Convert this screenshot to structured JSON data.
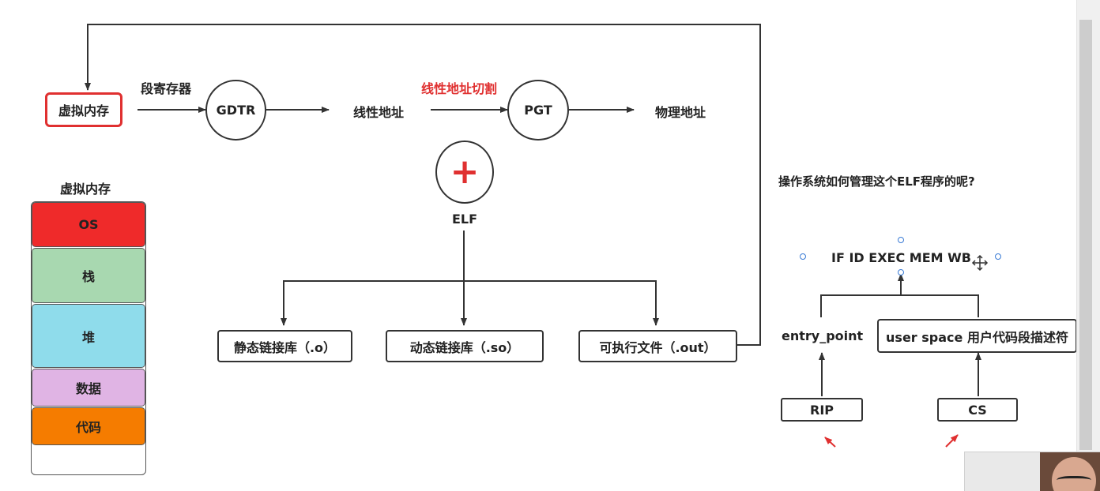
{
  "diagram": {
    "top_flow": {
      "virtual_memory": "虚拟内存",
      "segment_register": "段寄存器",
      "gdtr": "GDTR",
      "linear_address": "线性地址",
      "linear_cut": "线性地址切割",
      "pgt": "PGT",
      "physical_address": "物理地址"
    },
    "elf": {
      "plus_symbol": "+",
      "label": "ELF",
      "static_lib": "静态链接库（.o）",
      "dynamic_lib": "动态链接库（.so）",
      "executable": "可执行文件（.out）"
    },
    "memory_layout": {
      "title": "虚拟内存",
      "segments": [
        {
          "label": "OS",
          "color": "#ef2a2a"
        },
        {
          "label": "栈",
          "color": "#a8d8b0"
        },
        {
          "label": "堆",
          "color": "#8fdceb"
        },
        {
          "label": "数据",
          "color": "#e0b4e4"
        },
        {
          "label": "代码",
          "color": "#f57c00"
        }
      ]
    },
    "right_panel": {
      "question": "操作系统如何管理这个ELF程序的呢?",
      "pipeline": "IF ID EXEC MEM WB",
      "entry_point": "entry_point",
      "user_space": "user space 用户代码段描述符",
      "rip": "RIP",
      "cs": "CS"
    }
  },
  "colors": {
    "accent_red": "#e03030",
    "line": "#333333",
    "selection_handle": "#3a7bd5"
  }
}
